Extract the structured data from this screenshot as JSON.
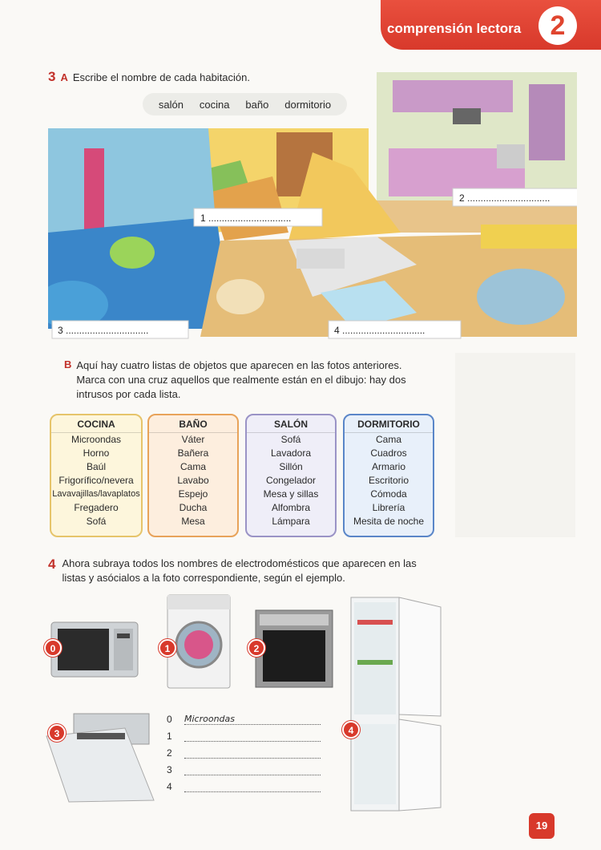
{
  "header": {
    "title": "comprensión lectora",
    "unit_number": "2"
  },
  "exercise3": {
    "number": "3",
    "partA": {
      "letter": "A",
      "instruction": "Escribe el nombre de cada habitación.",
      "word_bank": [
        "salón",
        "cocina",
        "baño",
        "dormitorio"
      ],
      "blanks": [
        {
          "label": "1",
          "value": ""
        },
        {
          "label": "2",
          "value": ""
        },
        {
          "label": "3",
          "value": ""
        },
        {
          "label": "4",
          "value": ""
        }
      ]
    },
    "partB": {
      "letter": "B",
      "instruction_lines": [
        "Aquí hay cuatro listas de objetos que aparecen en las fotos anteriores.",
        "Marca con una cruz aquellos que realmente están en el dibujo: hay dos",
        "intrusos por cada lista."
      ],
      "lists": [
        {
          "title": "COCINA",
          "items": [
            "Microondas",
            "Horno",
            "Baúl",
            "Frigorífico/nevera",
            "Lavavajillas/lavaplatos",
            "Fregadero",
            "Sofá"
          ],
          "border": "#e6c46a",
          "bg": "#fdf6dc"
        },
        {
          "title": "BAÑO",
          "items": [
            "Váter",
            "Bañera",
            "Cama",
            "Lavabo",
            "Espejo",
            "Ducha",
            "Mesa"
          ],
          "border": "#e8a35a",
          "bg": "#fdeede"
        },
        {
          "title": "SALÓN",
          "items": [
            "Sofá",
            "Lavadora",
            "Sillón",
            "Congelador",
            "Mesa y sillas",
            "Alfombra",
            "Lámpara"
          ],
          "border": "#9a93c6",
          "bg": "#efeef8"
        },
        {
          "title": "DORMITORIO",
          "items": [
            "Cama",
            "Cuadros",
            "Armario",
            "Escritorio",
            "Cómoda",
            "Librería",
            "Mesita de noche"
          ],
          "border": "#5a86c8",
          "bg": "#e8f0fa"
        }
      ]
    }
  },
  "exercise4": {
    "number": "4",
    "instruction_lines": [
      "Ahora subraya todos los nombres de electrodomésticos que aparecen en las",
      "listas y asócialos a la foto correspondiente, según el ejemplo."
    ],
    "badges": [
      "0",
      "1",
      "2",
      "3",
      "4"
    ],
    "answers": [
      {
        "n": "0",
        "value": "Microondas"
      },
      {
        "n": "1",
        "value": ""
      },
      {
        "n": "2",
        "value": ""
      },
      {
        "n": "3",
        "value": ""
      },
      {
        "n": "4",
        "value": ""
      }
    ]
  },
  "page_number": "19",
  "colors": {
    "accent": "#d8392b",
    "accent_dark": "#c2312a"
  }
}
